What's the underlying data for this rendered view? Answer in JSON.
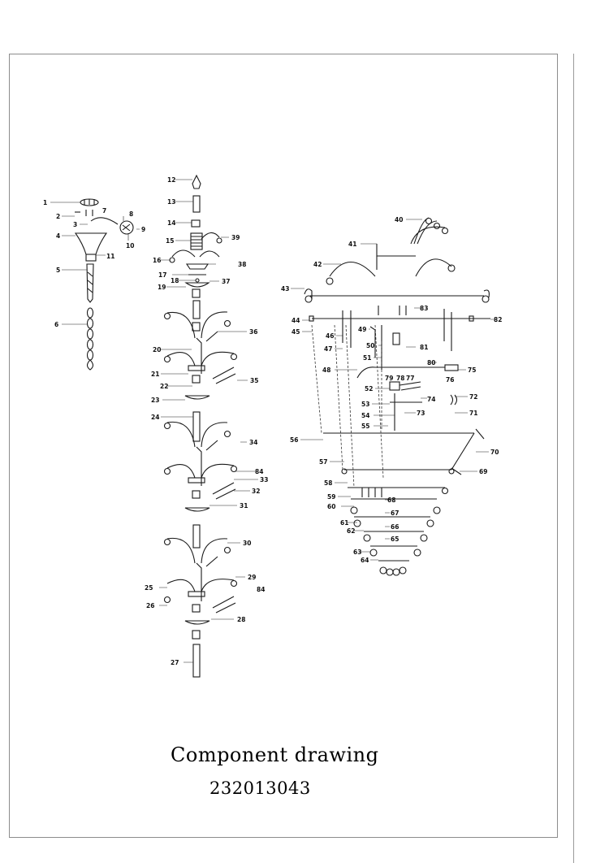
{
  "drawing": {
    "title": "Component drawing",
    "code": "232013043"
  },
  "part_numbers": [
    "1",
    "2",
    "3",
    "4",
    "5",
    "6",
    "7",
    "8",
    "9",
    "10",
    "11",
    "12",
    "13",
    "14",
    "15",
    "16",
    "17",
    "18",
    "19",
    "20",
    "21",
    "22",
    "23",
    "24",
    "25",
    "26",
    "27",
    "28",
    "29",
    "30",
    "31",
    "32",
    "33",
    "34",
    "35",
    "36",
    "37",
    "38",
    "39",
    "40",
    "41",
    "42",
    "43",
    "44",
    "45",
    "46",
    "47",
    "48",
    "49",
    "50",
    "51",
    "52",
    "53",
    "54",
    "55",
    "56",
    "57",
    "58",
    "59",
    "60",
    "61",
    "62",
    "63",
    "64",
    "65",
    "66",
    "67",
    "68",
    "69",
    "70",
    "71",
    "72",
    "73",
    "74",
    "75",
    "76",
    "77",
    "78",
    "79",
    "80",
    "81",
    "82",
    "83",
    "84"
  ]
}
